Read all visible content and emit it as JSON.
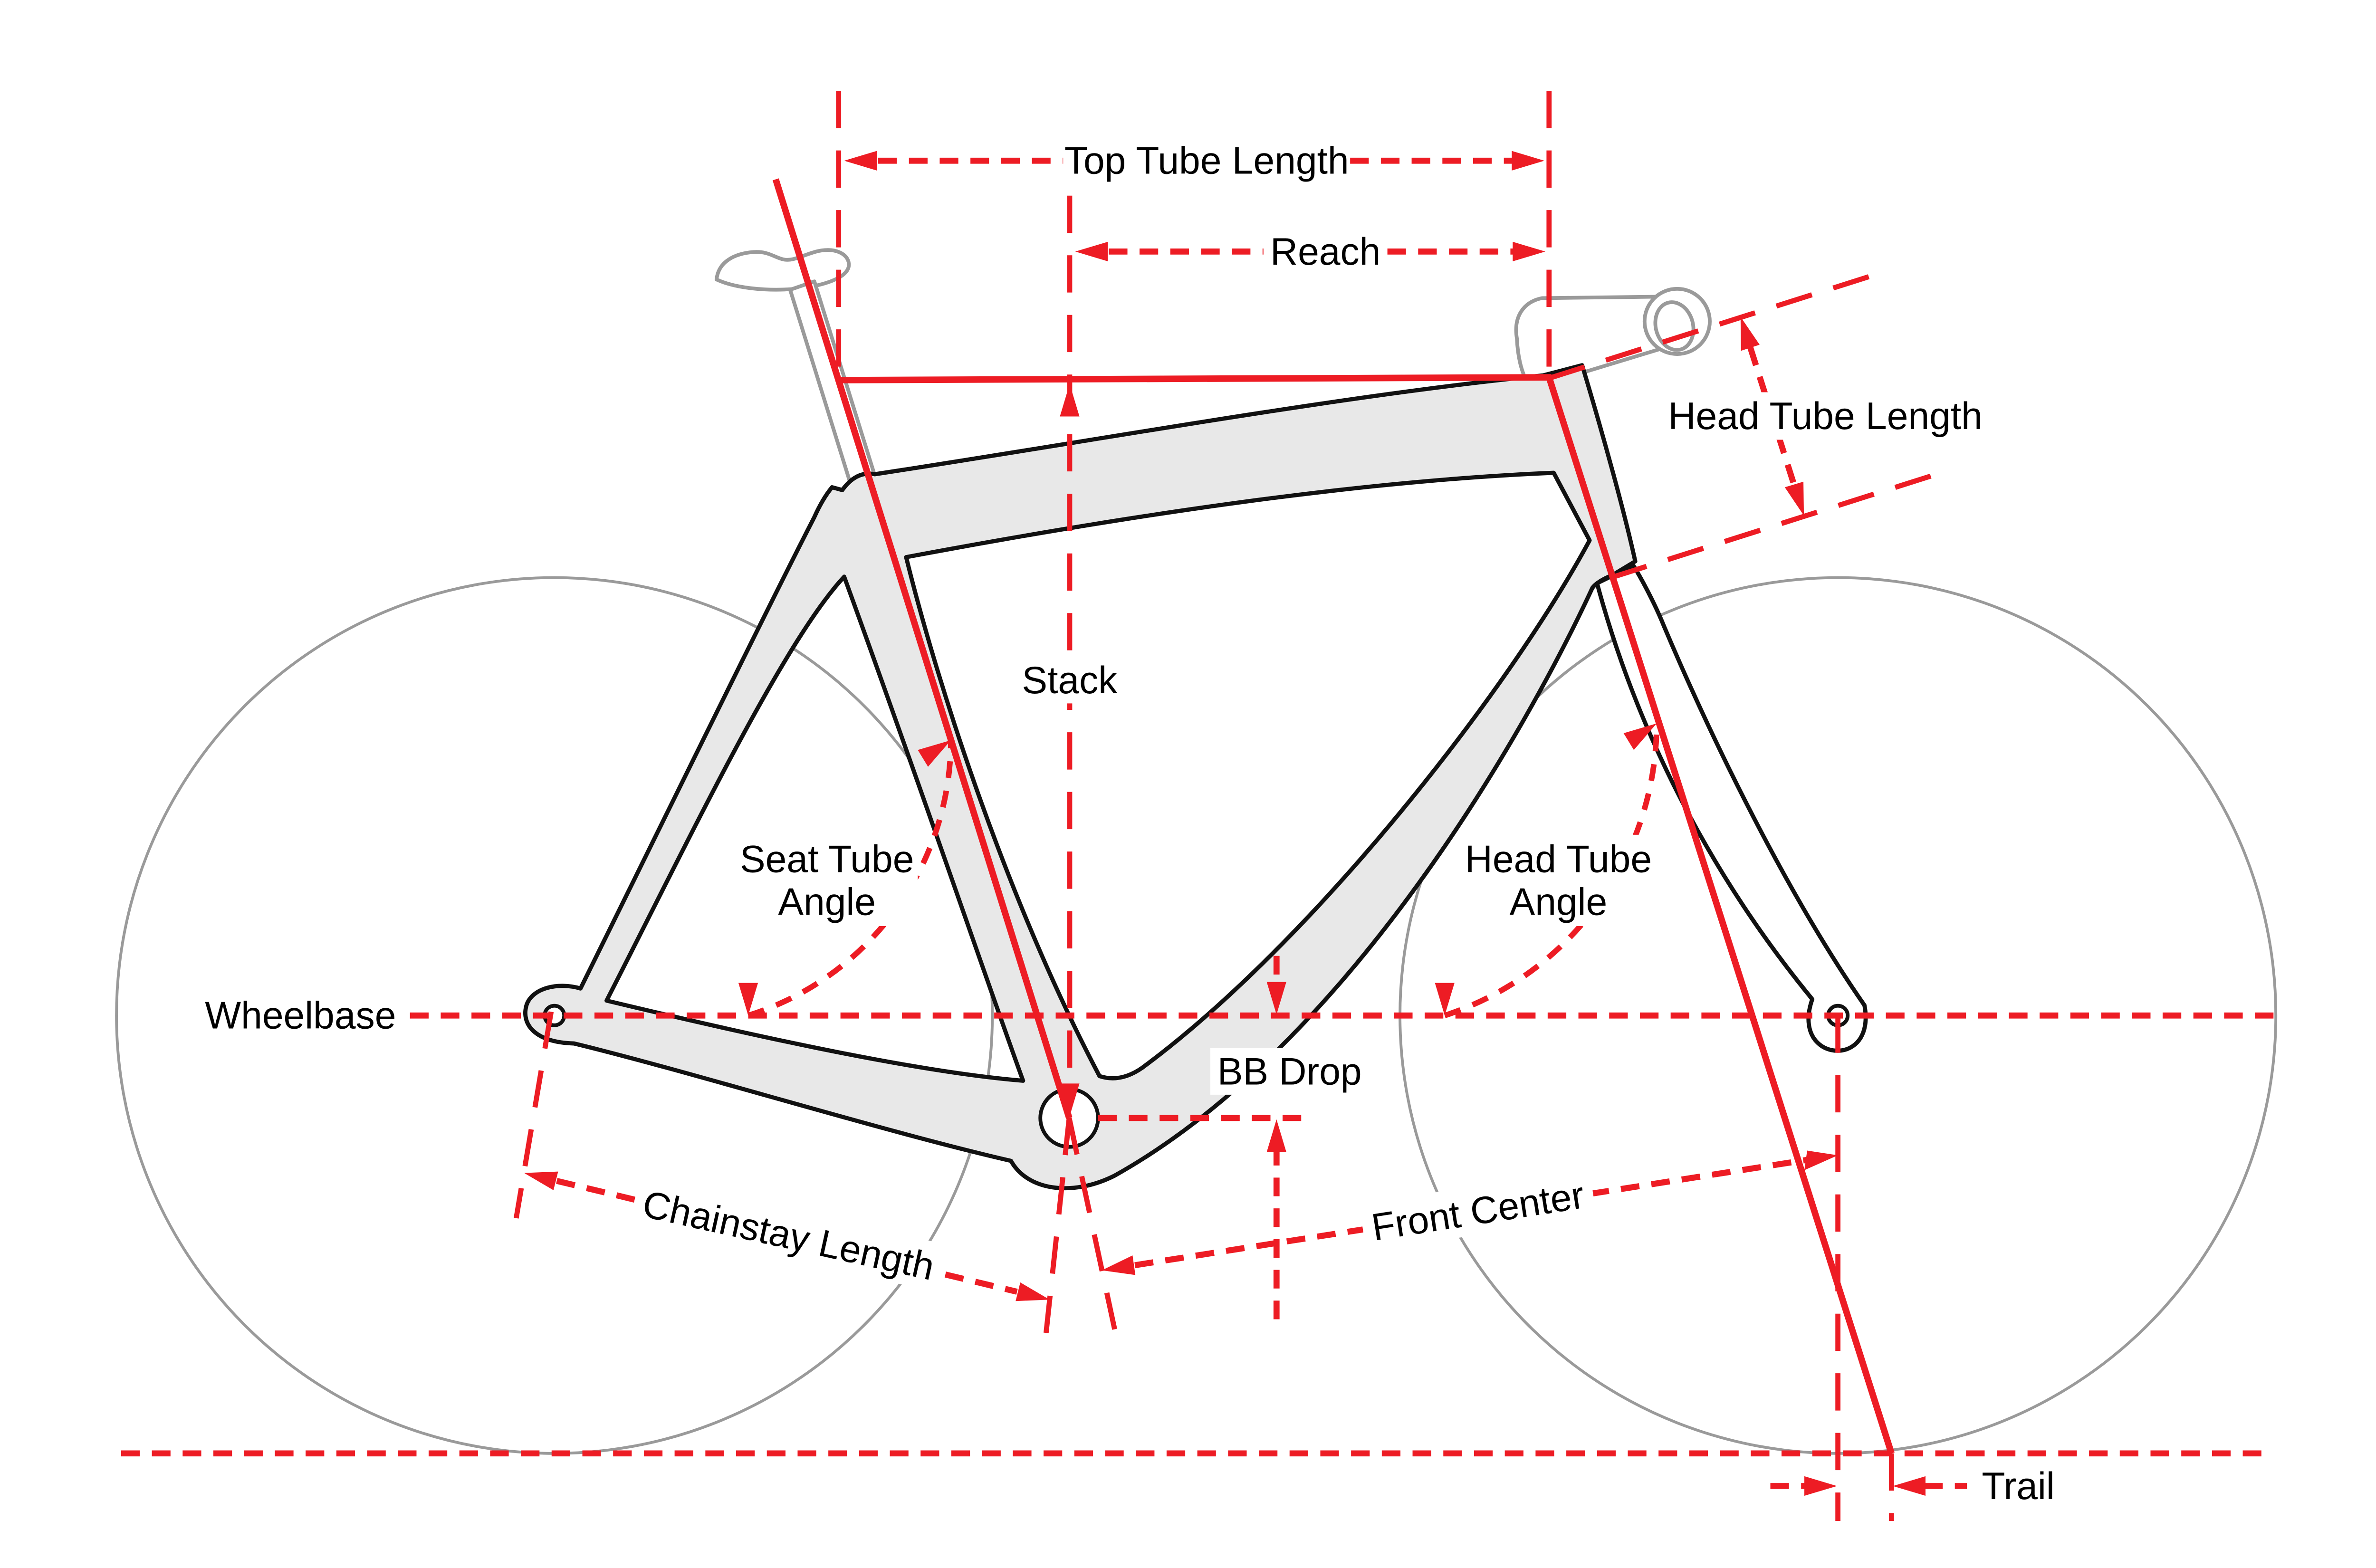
{
  "diagram": {
    "type": "bicycle-frame-geometry-diagram",
    "labels": {
      "top_tube_length": "Top Tube Length",
      "reach": "Reach",
      "head_tube_length": "Head Tube Length",
      "stack": "Stack",
      "seat_tube_angle": [
        "Seat Tube",
        "Angle"
      ],
      "head_tube_angle": [
        "Head Tube",
        "Angle"
      ],
      "wheelbase": "Wheelbase",
      "bb_drop": "BB Drop",
      "chainstay_length": "Chainstay Length",
      "front_center": "Front Center",
      "trail": "Trail"
    },
    "colors": {
      "dimension_red": "#ED1C24",
      "frame_fill": "#E8E8E8",
      "frame_outline": "#111111",
      "component_gray": "#9A9A9A",
      "label_text": "#000000",
      "background": "#FFFFFF"
    }
  }
}
